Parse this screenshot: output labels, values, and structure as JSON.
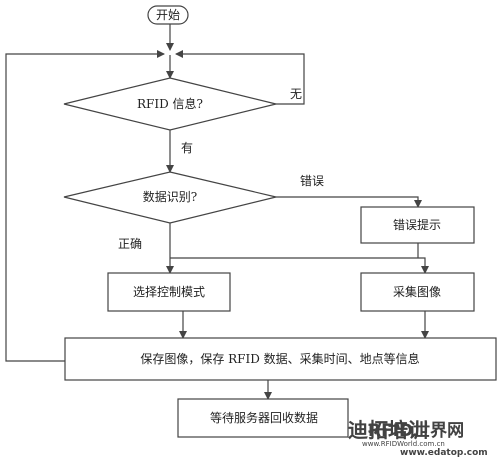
{
  "nodes": {
    "start": "开始",
    "rfid_question": "RFID 信息?",
    "data_question": "数据识别?",
    "error_hint": "错误提示",
    "select_mode": "选择控制模式",
    "capture_image": "采集图像",
    "save_info": "保存图像，保存 RFID 数据、采集时间、地点等信息",
    "wait_server": "等待服务器回收数据"
  },
  "edge_labels": {
    "no": "无",
    "yes": "有",
    "error": "错误",
    "correct": "正确"
  },
  "watermarks": {
    "left": "迪拓培训",
    "right": "RFID世界网",
    "url1": "www.edatop.com",
    "url2": "www.RFIDWorld.com.cn"
  },
  "colors": {
    "line": "#444444",
    "watermark_orange": "#f0a878",
    "watermark_blue": "#4a6fb0"
  }
}
